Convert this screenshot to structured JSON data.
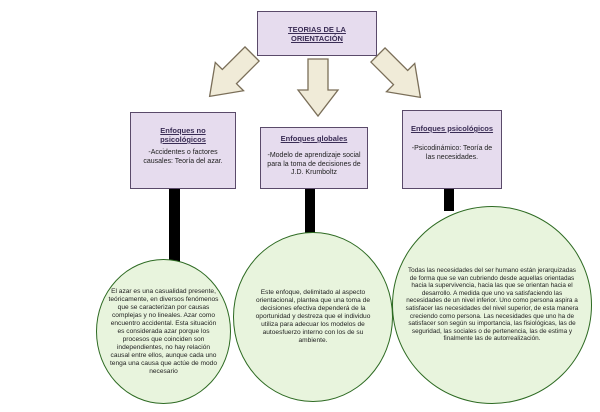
{
  "root": {
    "title_line1": "TEORIAS DE LA",
    "title_line2": "ORIENTACIÓN"
  },
  "branches": [
    {
      "title_line1": "Enfoques no",
      "title_line2": "psicológicos",
      "desc": "-Accidentes o factores causales: Teoría del azar.",
      "circle_text": "El azar es una casualidad presente, teóricamente, en diversos fenómenos que se caracterizan por causas complejas y no lineales. Azar como encuentro accidental. Esta situación es considerada azar porque los procesos que coinciden son independientes, no hay relación causal entre ellos, aunque cada uno tenga una causa que actúe de modo necesario"
    },
    {
      "title_line1": "Enfoques globales",
      "title_line2": "",
      "desc": "-Modelo de aprendizaje social para la toma de decisiones de J.D. Krumboltz",
      "circle_text": "Este enfoque, delimitado  al aspecto orientacional, plantea que una toma de decisiones  efectiva dependerá de la oportunidad y destreza que el  individuo utiliza para adecuar los modelos de autoesfuerzo  interno con los de su ambiente."
    },
    {
      "title_line1": "Enfoques psicológicos",
      "title_line2": "",
      "desc": "-Psicodinámico: Teoría de las necesidades.",
      "circle_text": "Todas las necesidades del ser humano están jerarquizadas de forma que se van cubriendo desde aquellas  orientadas hacia la supervivencia, hacia las que se orientan  hacia el desarrollo. A medida que uno va satisfaciendo las  necesidades de un nivel inferior. Uno como persona aspira a satisfacer las necesidades del nivel superior, de esta manera creciendo como  persona. Las necesidades que uno ha de satisfacer son  según su importancia, las fisiológicas, las de  seguridad, las sociales o de pertenencia, las de estima y  finalmente las de autorrealización."
    }
  ]
}
